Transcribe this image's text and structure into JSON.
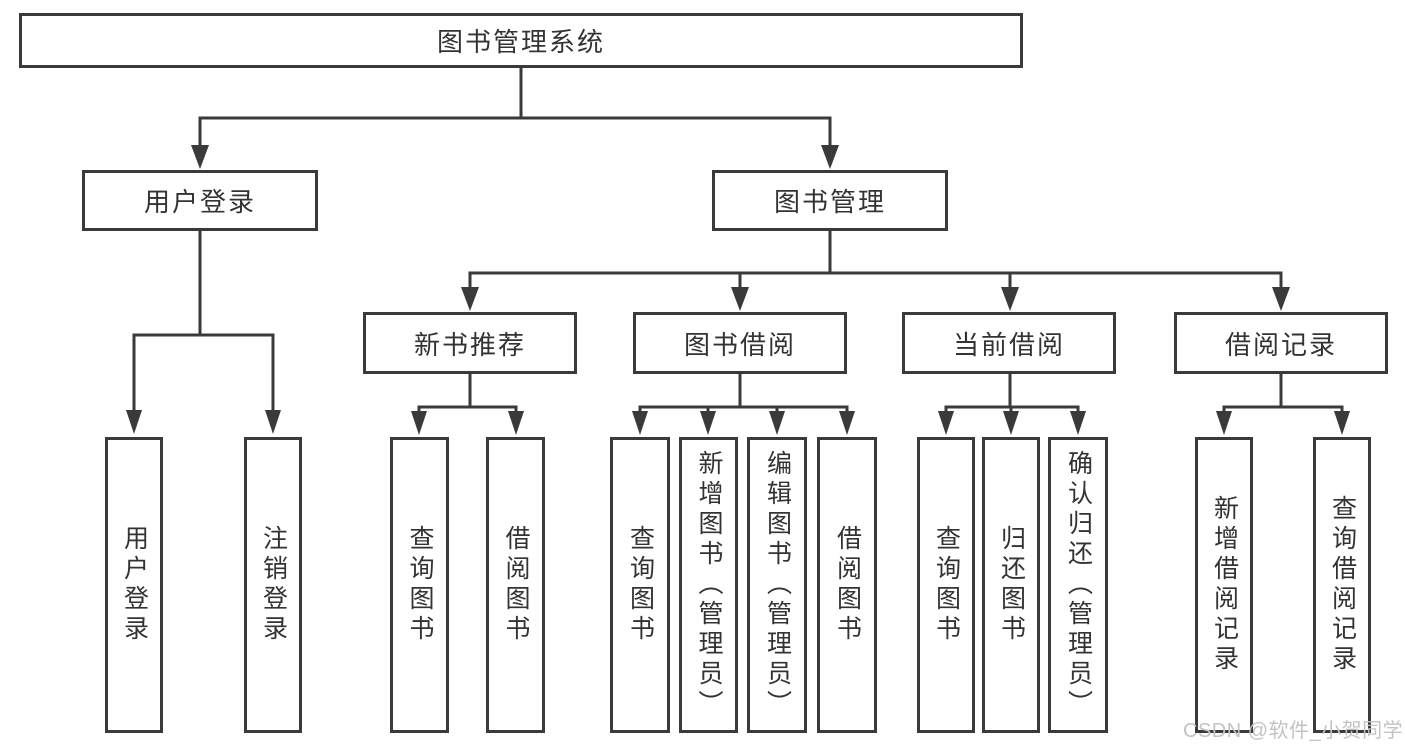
{
  "tree": {
    "label": "图书管理系统",
    "children": [
      {
        "label": "用户登录",
        "children": [
          {
            "label": "用户登录"
          },
          {
            "label": "注销登录"
          }
        ]
      },
      {
        "label": "图书管理",
        "children": [
          {
            "label": "新书推荐",
            "children": [
              {
                "label": "查询图书"
              },
              {
                "label": "借阅图书"
              }
            ]
          },
          {
            "label": "图书借阅",
            "children": [
              {
                "label": "查询图书"
              },
              {
                "label": "新增图书（管理员）"
              },
              {
                "label": "编辑图书（管理员）"
              },
              {
                "label": "借阅图书"
              }
            ]
          },
          {
            "label": "当前借阅",
            "children": [
              {
                "label": "查询图书"
              },
              {
                "label": "归还图书"
              },
              {
                "label": "确认归还（管理员）"
              }
            ]
          },
          {
            "label": "借阅记录",
            "children": [
              {
                "label": "新增借阅记录"
              },
              {
                "label": "查询借阅记录"
              }
            ]
          }
        ]
      }
    ]
  },
  "watermark": {
    "text": "CSDN @软件_小贺同学"
  },
  "colors": {
    "line": "#3a3a3a",
    "box_border": "#3a3a3a",
    "text": "#333333",
    "watermark": "#c3c3c3",
    "background": "#ffffff"
  }
}
